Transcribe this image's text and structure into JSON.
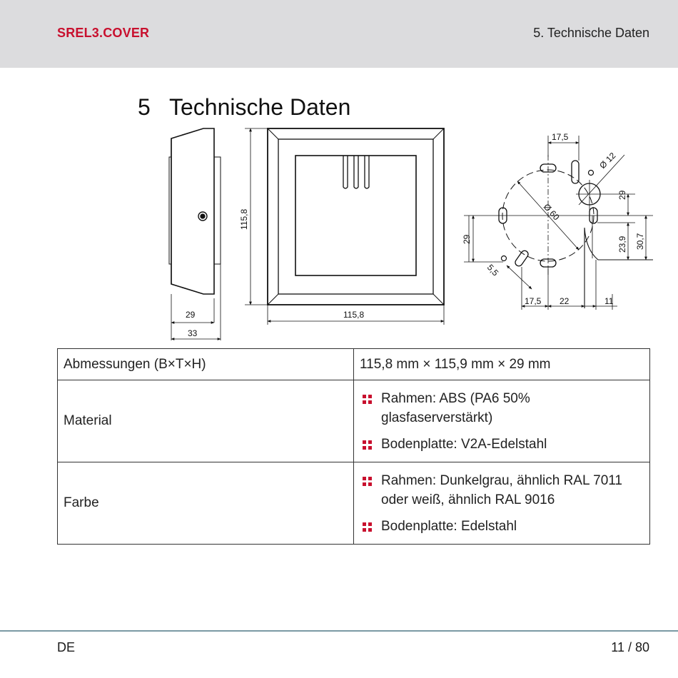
{
  "header": {
    "brand": "SREL3.COVER",
    "brand_color": "#c8102e",
    "section_ref": "5. Technische Daten"
  },
  "section": {
    "number": "5",
    "title": "Technische Daten"
  },
  "drawing": {
    "side_dim_29": "29",
    "side_dim_33": "33",
    "front_height": "115,8",
    "front_width": "115,8",
    "mount_dim_17_5_top": "17,5",
    "mount_dim_dia12": "Ø 12",
    "mount_dim_dia60": "Ø 60",
    "mount_dim_29_right": "29",
    "mount_dim_29_left": "29",
    "mount_dim_23_9": "23,9",
    "mount_dim_30_7": "30,7",
    "mount_dim_5_5": "5,5",
    "mount_dim_17_5_bottom": "17,5",
    "mount_dim_22": "22",
    "mount_dim_11": "11"
  },
  "table": {
    "dimensions_label": "Abmessungen (B×T×H)",
    "dimensions_value": "115,8 mm × 115,9 mm × 29 mm",
    "material_label": "Material",
    "material_items": [
      "Rahmen: ABS (PA6 50% glasfaserverstärkt)",
      "Bodenplatte: V2A-Edelstahl"
    ],
    "color_label": "Farbe",
    "color_items": [
      "Rahmen: Dunkelgrau, ähnlich RAL 7011 oder weiß, ähnlich RAL 9016",
      "Bodenplatte: Edelstahl"
    ],
    "bullet_icon": "red-square-bullet-icon"
  },
  "footer": {
    "language": "DE",
    "page": "11 / 80"
  }
}
